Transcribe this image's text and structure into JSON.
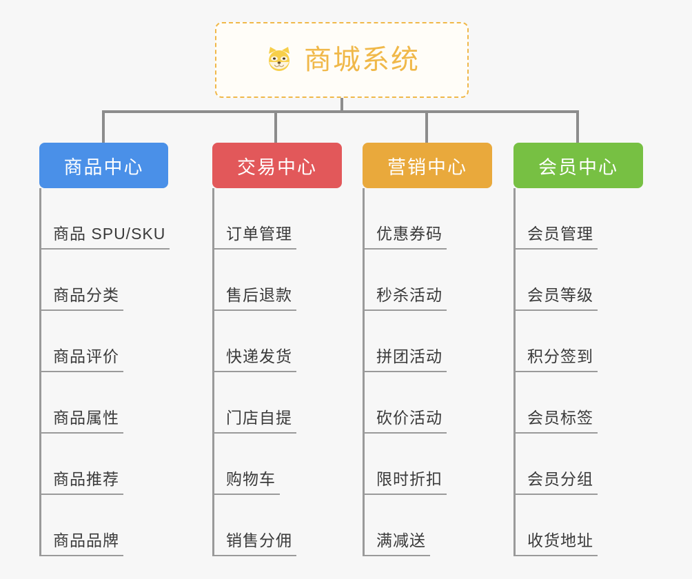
{
  "page": {
    "background_color": "#f7f7f7",
    "title": "商城系统 架构图"
  },
  "root": {
    "label": "商城系统",
    "icon": "shiba-dog-icon",
    "text_color": "#f0b849",
    "border_color": "#f0b849",
    "border_style": "dashed",
    "background_color": "#fffdf8"
  },
  "connector": {
    "color": "#8c8c8c"
  },
  "branches": [
    {
      "id": "product-center",
      "label": "商品中心",
      "color": "#4a90e8",
      "items": [
        "商品 SPU/SKU",
        "商品分类",
        "商品评价",
        "商品属性",
        "商品推荐",
        "商品品牌"
      ]
    },
    {
      "id": "trade-center",
      "label": "交易中心",
      "color": "#e2585a",
      "items": [
        "订单管理",
        "售后退款",
        "快递发货",
        "门店自提",
        "购物车",
        "销售分佣"
      ]
    },
    {
      "id": "marketing-center",
      "label": "营销中心",
      "color": "#e9a93c",
      "items": [
        "优惠券码",
        "秒杀活动",
        "拼团活动",
        "砍价活动",
        "限时折扣",
        "满减送"
      ]
    },
    {
      "id": "member-center",
      "label": "会员中心",
      "color": "#77c043",
      "items": [
        "会员管理",
        "会员等级",
        "积分签到",
        "会员标签",
        "会员分组",
        "收货地址"
      ]
    }
  ]
}
